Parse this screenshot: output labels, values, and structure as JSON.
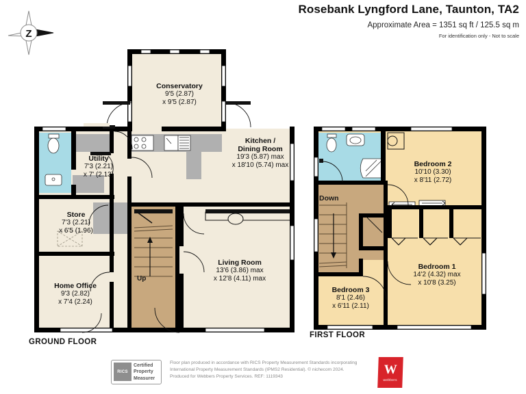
{
  "header": {
    "title": "Rosebank Lyngford Lane, Taunton, TA2",
    "area": "Approximate Area = 1351 sq ft / 125.5 sq m",
    "note": "For identification only - Not to scale"
  },
  "compass": {
    "letter": "Z",
    "name": "compass-rose"
  },
  "floors": [
    {
      "id": "ground",
      "caption": "GROUND FLOOR"
    },
    {
      "id": "first",
      "caption": "FIRST FLOOR"
    }
  ],
  "ground_rooms": [
    {
      "name": "Conservatory",
      "dim1": "9'5 (2.87)",
      "dim2": "x 9'5 (2.87)"
    },
    {
      "name": "Kitchen /",
      "name2": "Dining Room",
      "dim1": "19'3 (5.87) max",
      "dim2": "x 18'10 (5.74) max"
    },
    {
      "name": "Utility",
      "dim1": "7'3 (2.21)",
      "dim2": "x 7' (2.13)"
    },
    {
      "name": "Store",
      "dim1": "7'3 (2.21)",
      "dim2": "x 6'5 (1.96)"
    },
    {
      "name": "Home Office",
      "dim1": "9'3 (2.82)",
      "dim2": "x 7'4 (2.24)"
    },
    {
      "name": "Living Room",
      "dim1": "13'6 (3.86) max",
      "dim2": "x 12'8 (4.11) max"
    }
  ],
  "first_rooms": [
    {
      "name": "Bedroom 2",
      "dim1": "10'10 (3.30)",
      "dim2": "x 8'11 (2.72)"
    },
    {
      "name": "Bedroom 1",
      "dim1": "14'2 (4.32) max",
      "dim2": "x 10'8 (3.25)"
    },
    {
      "name": "Bedroom 3",
      "dim1": "8'1 (2.46)",
      "dim2": "x 6'11 (2.11)"
    }
  ],
  "stairs": {
    "up_label": "Up",
    "down_label": "Down"
  },
  "footer": {
    "rics_mark": "RICS",
    "certified_line1": "Certified",
    "certified_line2": "Property",
    "certified_line3": "Measurer",
    "text_line1": "Floor plan produced in accordance with RICS Property Measurement Standards incorporating",
    "text_line2": "International Property Measurement Standards (IPMS2 Residential).   © nichecom 2024.",
    "text_line3": "Produced for Webbers Property Services.    REF: 1119343",
    "brand_initial": "W",
    "brand_name": "webbers"
  },
  "colors": {
    "wall": "#000000",
    "room_ground": "#f2ebdc",
    "room_first": "#f7dfab",
    "hall": "#c8a87e",
    "bathroom": "#a8dbe6",
    "fitment": "#b0b0b0",
    "brand_red": "#d8232a"
  }
}
